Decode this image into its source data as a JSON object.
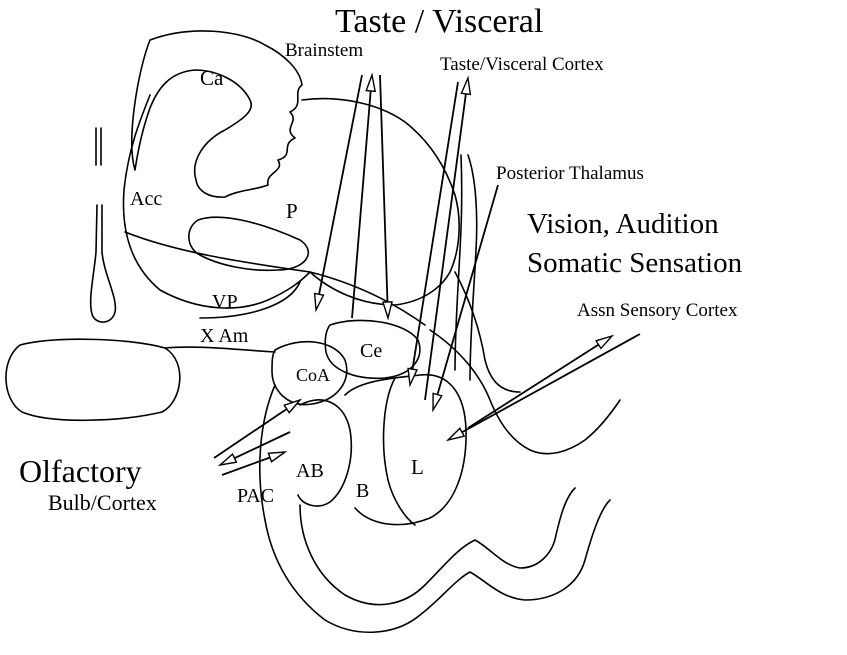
{
  "headings": {
    "taste_visceral": "Taste / Visceral",
    "vision_line1": "Vision, Audition",
    "vision_line2": "Somatic Sensation",
    "olfactory": "Olfactory"
  },
  "connection_labels": {
    "brainstem": "Brainstem",
    "taste_visceral_cortex": "Taste/Visceral Cortex",
    "posterior_thalamus": "Posterior Thalamus",
    "assn_sensory_cortex": "Assn Sensory Cortex",
    "bulb_cortex": "Bulb/Cortex"
  },
  "region_labels": {
    "ca": "Ca",
    "acc": "Acc",
    "p": "P",
    "vp": "VP",
    "x_am": "X Am",
    "ce": "Ce",
    "coa": "CoA",
    "ab": "AB",
    "b": "B",
    "l": "L",
    "pac": "PAC"
  },
  "colors": {
    "ink": "#000000",
    "background": "#ffffff"
  }
}
